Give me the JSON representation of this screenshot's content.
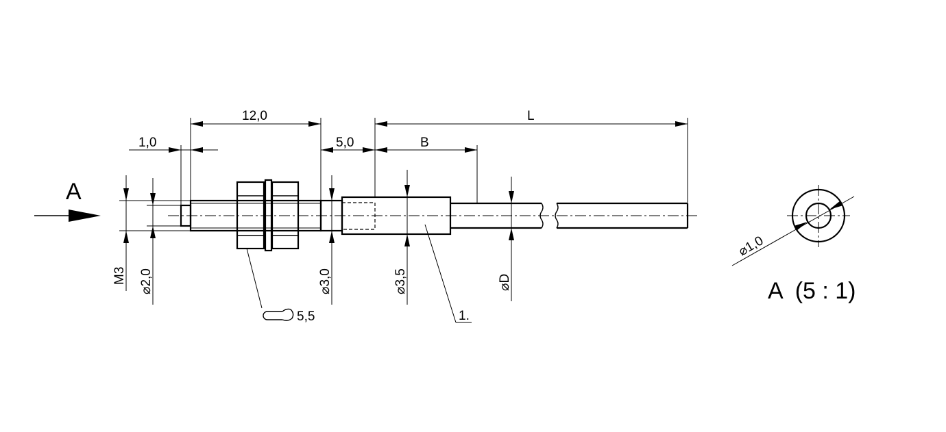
{
  "view_marker": "A",
  "dimensions": {
    "tip_length": "1,0",
    "thread_length": "12,0",
    "gap_length": "5,0",
    "bend_length": "B",
    "total_length": "L",
    "thread": "M3",
    "tip_diameter": "⌀2,0",
    "sleeve_diameter": "⌀3,0",
    "housing_diameter": "⌀3,5",
    "cable_diameter": "⌀D",
    "wrench_size": "5,5",
    "note_ref": "1.",
    "fiber_core_diameter": "⌀1,0"
  },
  "detail_view": {
    "label": "A  (5 : 1)"
  }
}
